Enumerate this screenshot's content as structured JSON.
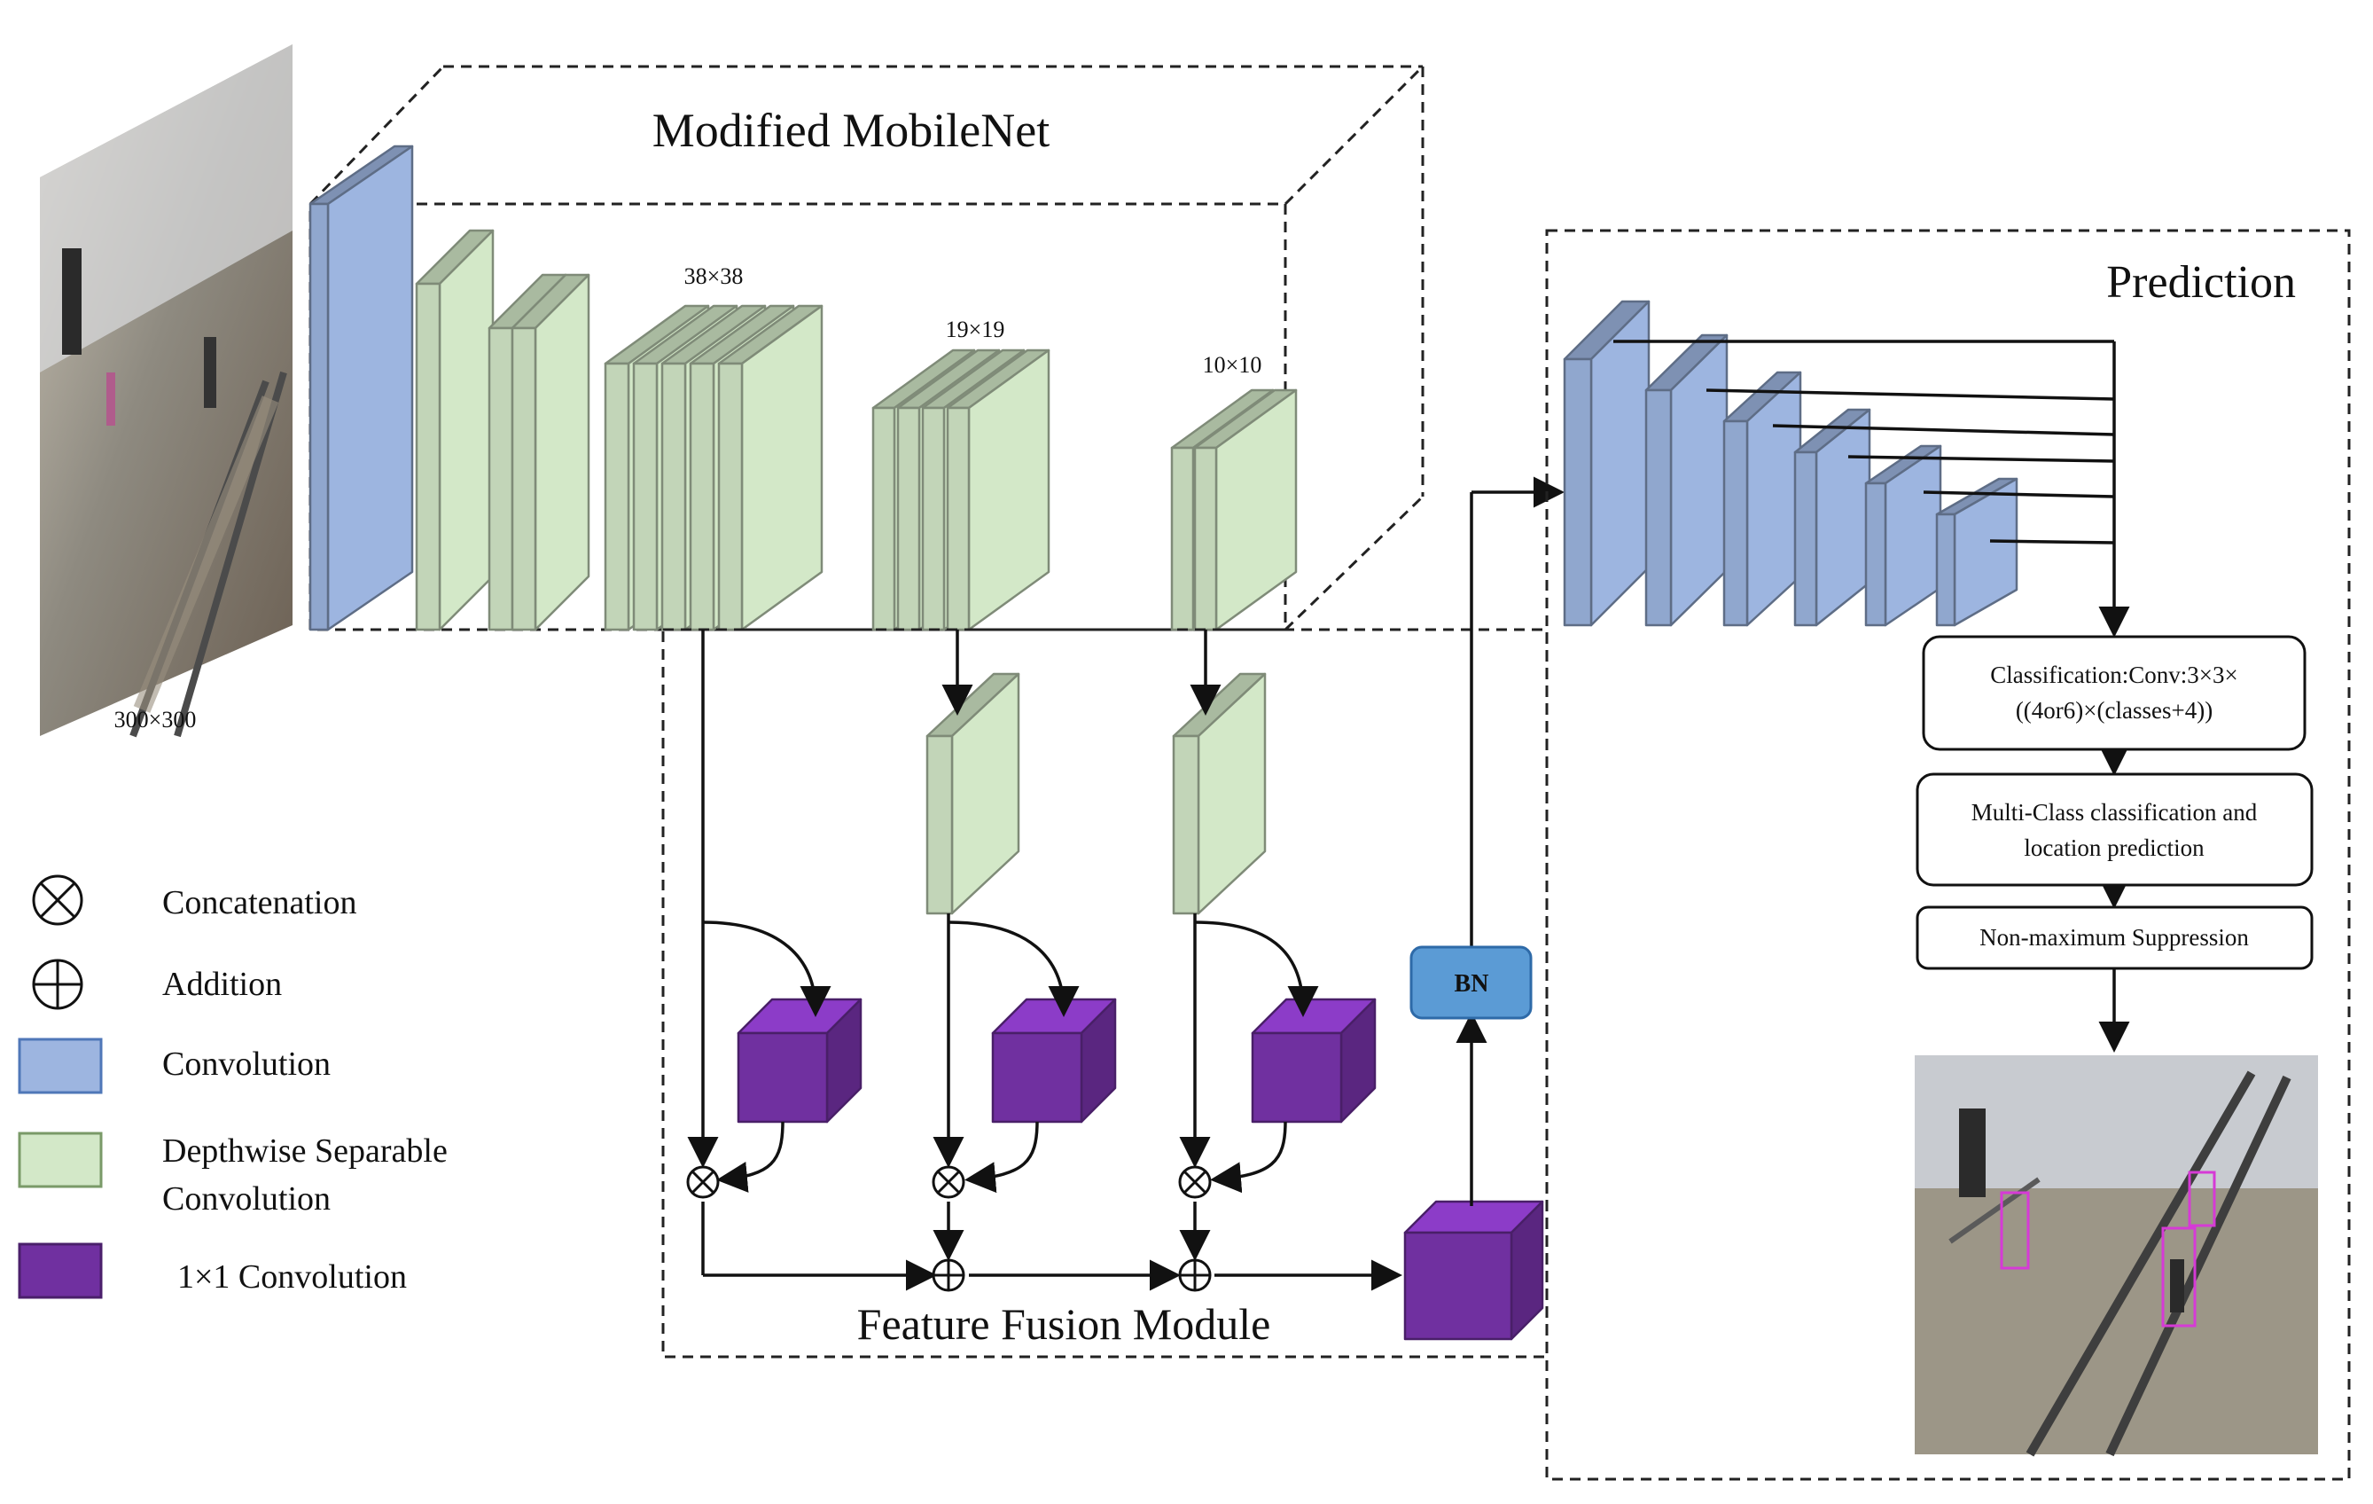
{
  "titles": {
    "backbone": "Modified MobileNet",
    "fusion": "Feature Fusion Module",
    "prediction": "Prediction"
  },
  "sizes": {
    "input": "300×300",
    "s38": "38×38",
    "s19": "19×19",
    "s10": "10×10"
  },
  "bn_label": "BN",
  "prediction_steps": {
    "step1_line1": "Classification:Conv:3×3×",
    "step1_line2": "((4or6)×(classes+4))",
    "step2_line1": "Multi-Class classification and",
    "step2_line2": "location prediction",
    "step3": "Non-maximum Suppression"
  },
  "legend": {
    "concat": "Concatenation",
    "add": "Addition",
    "conv": "Convolution",
    "dw_line1": "Depthwise Separable",
    "dw_line2": "Convolution",
    "pw": "1×1 Convolution"
  },
  "colors": {
    "conv_blue": "#9db5e0",
    "dw_green": "#d3e8c8",
    "pw_purple": "#7030a0",
    "bn_blue": "#5b9bd5"
  }
}
